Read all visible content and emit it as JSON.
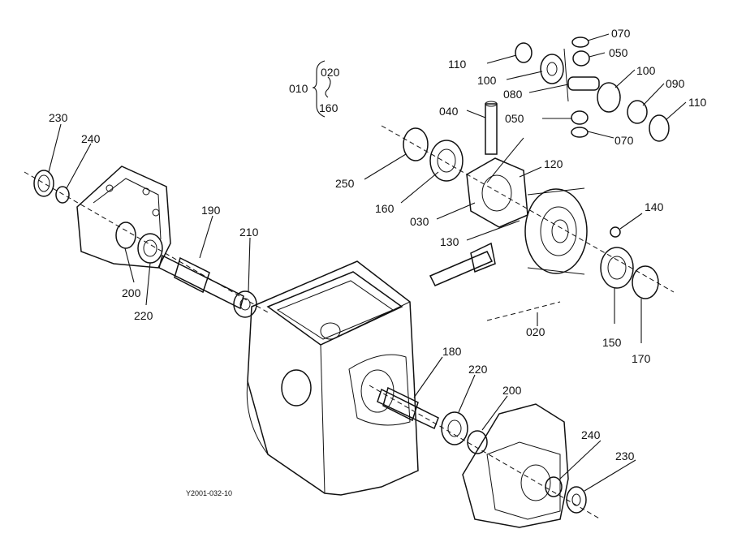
{
  "labels": {
    "p010": "010",
    "p020a": "020",
    "p160a": "160",
    "p070a": "070",
    "p110a": "110",
    "p050a": "050",
    "p100a": "100",
    "p100b": "100",
    "p080": "080",
    "p090": "090",
    "p110b": "110",
    "p040": "040",
    "p050b": "050",
    "p070b": "070",
    "p120": "120",
    "p250": "250",
    "p160b": "160",
    "p030": "030",
    "p130": "130",
    "p140": "140",
    "p150": "150",
    "p170": "170",
    "p020b": "020",
    "p230a": "230",
    "p240a": "240",
    "p190": "190",
    "p210": "210",
    "p200a": "200",
    "p220a": "220",
    "p180": "180",
    "p220b": "220",
    "p200b": "200",
    "p240b": "240",
    "p230b": "230"
  },
  "figure_code": "Y2001-032-10"
}
